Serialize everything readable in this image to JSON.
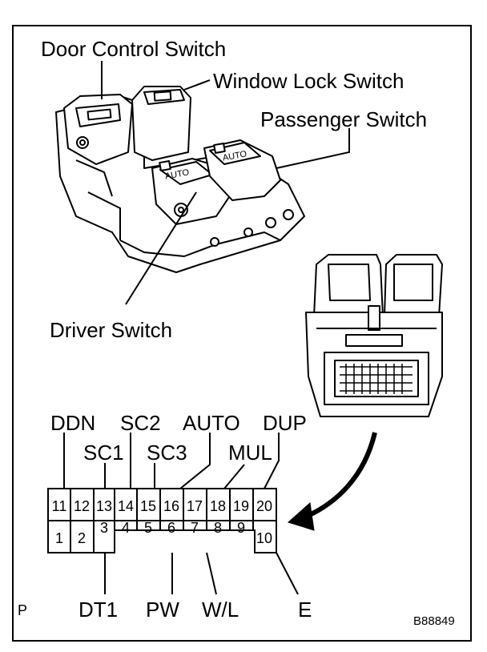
{
  "labels": {
    "door_control_switch": "Door Control Switch",
    "window_lock_switch": "Window Lock Switch",
    "passenger_switch": "Passenger Switch",
    "driver_switch": "Driver Switch"
  },
  "switch_marks": {
    "auto_left": "AUTO",
    "auto_right": "AUTO"
  },
  "connector": {
    "top_row": [
      "11",
      "12",
      "13",
      "14",
      "15",
      "16",
      "17",
      "18",
      "19",
      "20"
    ],
    "bottom_row": [
      "1",
      "2",
      "3",
      "4",
      "5",
      "6",
      "7",
      "8",
      "9",
      "10"
    ]
  },
  "terminals": {
    "ddn": "DDN",
    "sc2": "SC2",
    "auto": "AUTO",
    "dup": "DUP",
    "sc1": "SC1",
    "sc3": "SC3",
    "mul": "MUL",
    "dt1": "DT1",
    "pw": "PW",
    "wl": "W/L",
    "e": "E"
  },
  "corner_mark": "P",
  "figure_code": "B88849"
}
